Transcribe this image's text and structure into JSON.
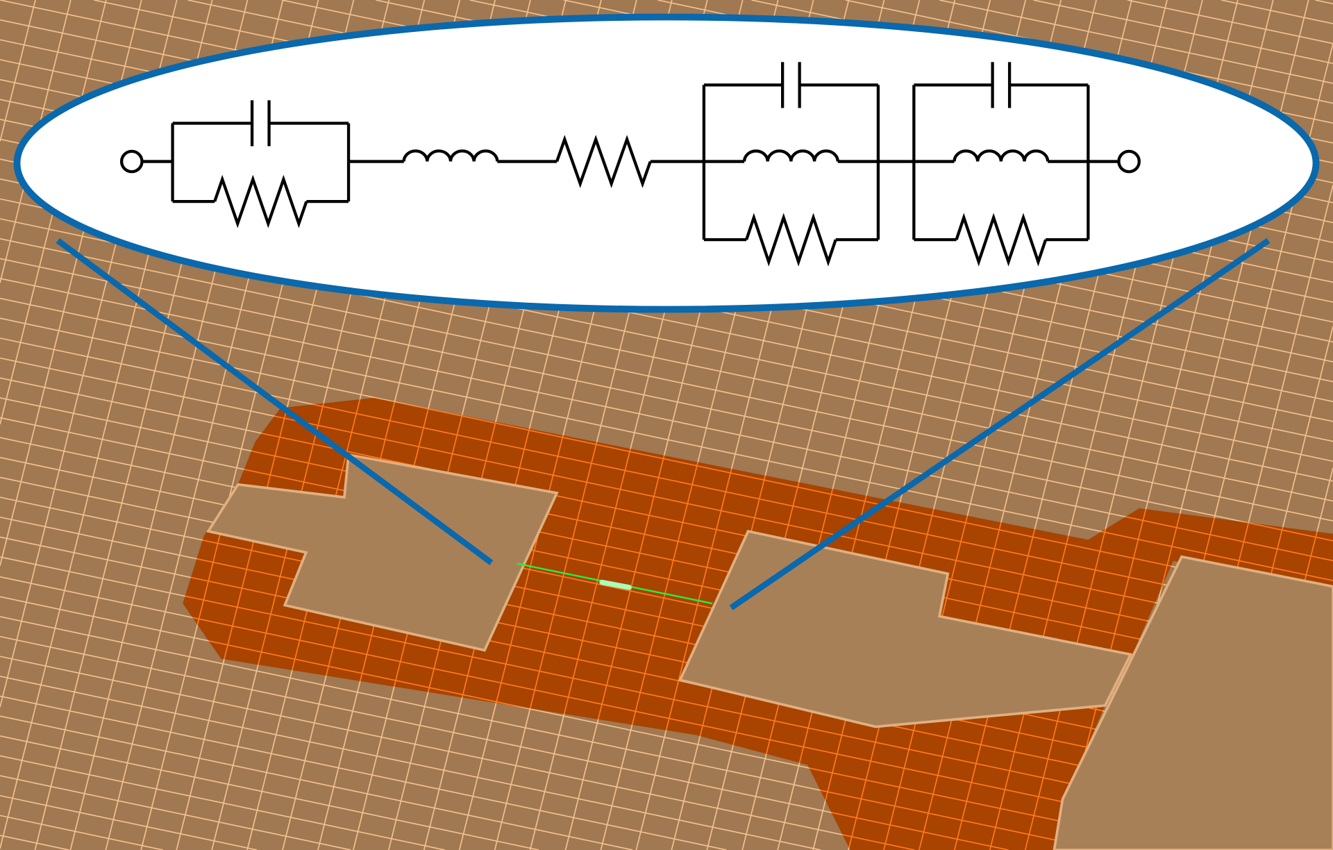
{
  "colors": {
    "substrate": "#a07852",
    "substrate_mesh": "#f2c08c",
    "trace": "#a84300",
    "trace_mesh": "#ff7a1a",
    "pad": "#a88058",
    "pad_edge": "#e0b080",
    "callout": "#0a68ac",
    "probe": "#22ee44",
    "schematic_line": "#000000"
  },
  "schematic": {
    "components": [
      {
        "type": "terminal"
      },
      {
        "type": "parallel",
        "branches": [
          "capacitor",
          "resistor"
        ]
      },
      {
        "type": "inductor"
      },
      {
        "type": "resistor"
      },
      {
        "type": "parallel",
        "branches": [
          "capacitor",
          "inductor",
          "resistor"
        ]
      },
      {
        "type": "parallel",
        "branches": [
          "capacitor",
          "inductor",
          "resistor"
        ]
      },
      {
        "type": "terminal"
      }
    ]
  }
}
